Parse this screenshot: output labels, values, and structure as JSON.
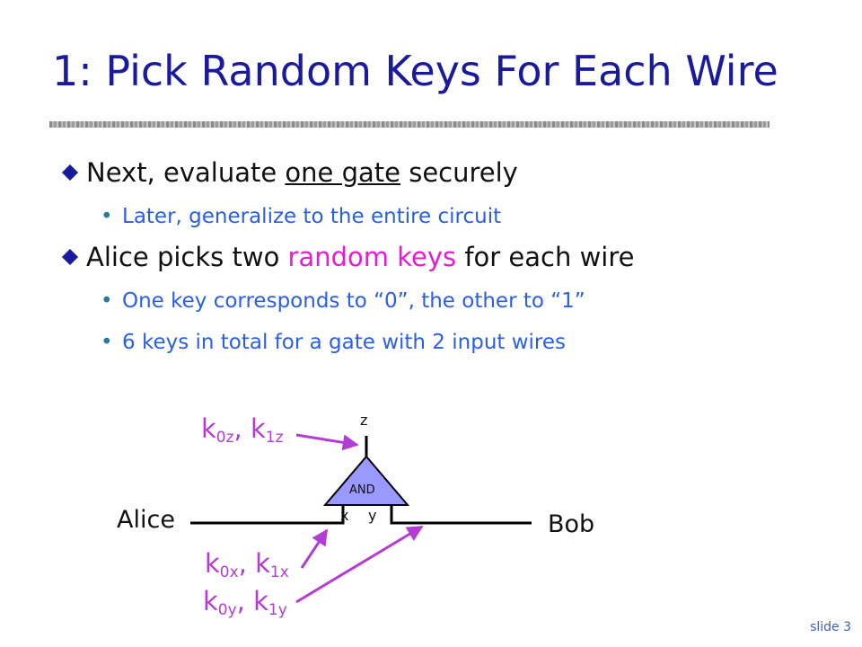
{
  "slide": {
    "title": "1: Pick Random Keys For Each Wire",
    "footer": "slide 3"
  },
  "bullets": {
    "b1_pre": "Next, evaluate ",
    "b1_underline": "one gate",
    "b1_post": " securely",
    "b1_sub1": "Later, generalize to the entire circuit",
    "b2_pre": "Alice picks two ",
    "b2_highlight": "random keys",
    "b2_post": " for each wire",
    "b2_sub1": "One key corresponds to “0”, the other to “1”",
    "b2_sub2": "6 keys in total for a gate with 2 input wires"
  },
  "diagram": {
    "gate_label": "AND",
    "wire_z": "z",
    "wire_x": "x",
    "wire_y": "y",
    "left_party": "Alice",
    "right_party": "Bob",
    "keys_z": {
      "k": "k",
      "s0": "0z",
      "comma": ", ",
      "s1": "1z"
    },
    "keys_x": {
      "k": "k",
      "s0": "0x",
      "comma": ", ",
      "s1": "1x"
    },
    "keys_y": {
      "k": "k",
      "s0": "0y",
      "comma": ", ",
      "s1": "1y"
    }
  },
  "colors": {
    "title": "#1a1a9c",
    "highlight": "#e61bd6",
    "subbullet": "#2a5fe0",
    "keys": "#b43cd4",
    "gate_fill": "#9999ff"
  }
}
